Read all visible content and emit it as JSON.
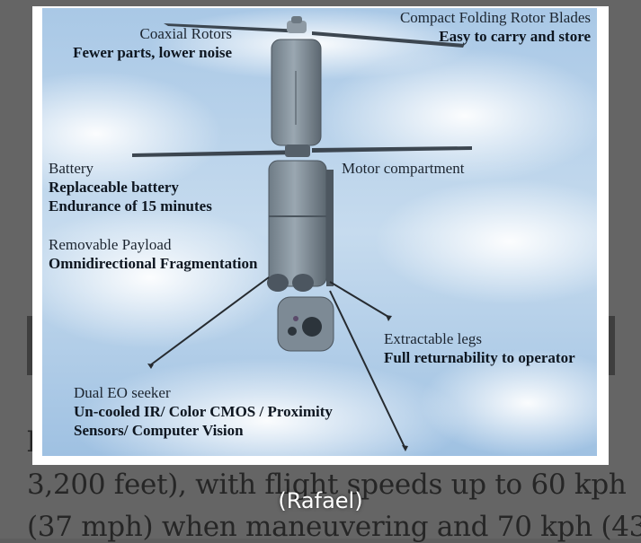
{
  "article": {
    "line1": "3,200 feet), with flight speeds up to 60 kph",
    "line2": "(37 mph) when maneuvering and 70 kph (43",
    "line0_fragment": "l"
  },
  "caption": "(Rafael)",
  "callouts": {
    "rotors_title": "Coaxial Rotors",
    "rotors_desc": "Fewer parts, lower noise",
    "blades_title": "Compact Folding Rotor Blades",
    "blades_desc": "Easy to carry and store",
    "battery_title": "Battery",
    "battery_desc1": "Replaceable battery",
    "battery_desc2": "Endurance of 15 minutes",
    "motor_title": "Motor compartment",
    "payload_title": "Removable Payload",
    "payload_desc": "Omnidirectional Fragmentation",
    "legs_title": "Extractable legs",
    "legs_desc": "Full returnability to operator",
    "seeker_title": "Dual EO seeker",
    "seeker_desc1": "Un-cooled IR/ Color CMOS / Proximity",
    "seeker_desc2": "Sensors/ Computer Vision"
  }
}
